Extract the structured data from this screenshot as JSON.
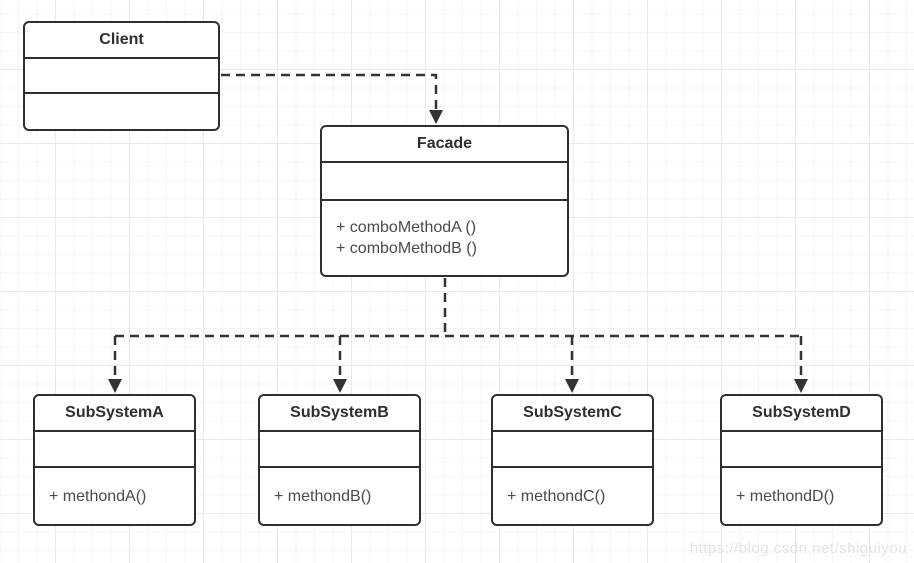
{
  "diagram_type": "uml-class-diagram",
  "pattern": "Facade",
  "classes": {
    "client": {
      "title": "Client",
      "attributes": [],
      "methods": []
    },
    "facade": {
      "title": "Facade",
      "attributes": [],
      "methods": [
        "+ comboMethodA ()",
        "+ comboMethodB ()"
      ]
    },
    "subsystem_a": {
      "title": "SubSystemA",
      "attributes": [],
      "methods": [
        "+ methondA()"
      ]
    },
    "subsystem_b": {
      "title": "SubSystemB",
      "attributes": [],
      "methods": [
        "+ methondB()"
      ]
    },
    "subsystem_c": {
      "title": "SubSystemC",
      "attributes": [],
      "methods": [
        "+ methondC()"
      ]
    },
    "subsystem_d": {
      "title": "SubSystemD",
      "attributes": [],
      "methods": [
        "+ methondD()"
      ]
    }
  },
  "connections": [
    {
      "from": "Client",
      "to": "Facade",
      "style": "dashed-arrow"
    },
    {
      "from": "Facade",
      "to": "SubSystemA",
      "style": "dashed-arrow"
    },
    {
      "from": "Facade",
      "to": "SubSystemB",
      "style": "dashed-arrow"
    },
    {
      "from": "Facade",
      "to": "SubSystemC",
      "style": "dashed-arrow"
    },
    {
      "from": "Facade",
      "to": "SubSystemD",
      "style": "dashed-arrow"
    }
  ],
  "watermark": "https://blog.csdn.net/shiguiyou",
  "colors": {
    "stroke": "#2f2f2f",
    "edge": "#333333",
    "method_text": "#4a4a4a",
    "grid_minor": "#f5f5f7",
    "grid_major": "#e9e9ec",
    "watermark": "#e4e4e8",
    "background": "#ffffff"
  }
}
